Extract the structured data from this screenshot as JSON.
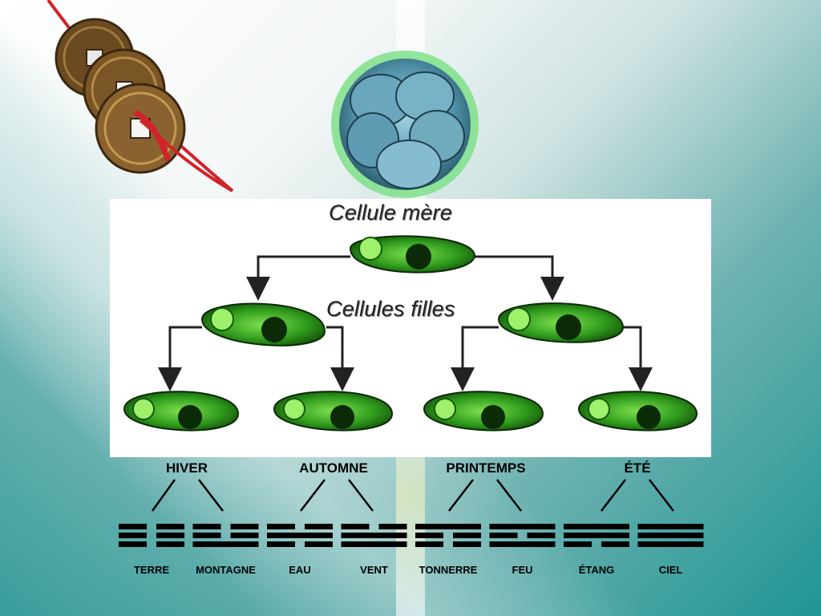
{
  "diagram": {
    "captions": {
      "mother": "Cellule mère",
      "daughters": "Cellules filles"
    },
    "seasons": [
      "HIVER",
      "AUTOMNE",
      "PRINTEMPS",
      "ÉTÉ"
    ],
    "trigrams": [
      {
        "label": "TERRE",
        "lines": [
          "yin",
          "yin",
          "yin"
        ]
      },
      {
        "label": "MONTAGNE",
        "lines": [
          "yang",
          "yin",
          "yin"
        ]
      },
      {
        "label": "EAU",
        "lines": [
          "yin",
          "yang",
          "yin"
        ]
      },
      {
        "label": "VENT",
        "lines": [
          "yang",
          "yang",
          "yin"
        ]
      },
      {
        "label": "TONNERRE",
        "lines": [
          "yin",
          "yin",
          "yang"
        ]
      },
      {
        "label": "FEU",
        "lines": [
          "yang",
          "yin",
          "yang"
        ]
      },
      {
        "label": "ÉTANG",
        "lines": [
          "yin",
          "yang",
          "yang"
        ]
      },
      {
        "label": "CIEL",
        "lines": [
          "yang",
          "yang",
          "yang"
        ]
      }
    ],
    "colors": {
      "cell_green": "#2f9a1c",
      "cell_dark": "#0b2a06",
      "trigram": "#000000",
      "accent_teal": "#1f9593"
    },
    "icons": [
      "chinese-coins-icon",
      "embryo-cell-icon",
      "dividing-cell-icon"
    ]
  }
}
